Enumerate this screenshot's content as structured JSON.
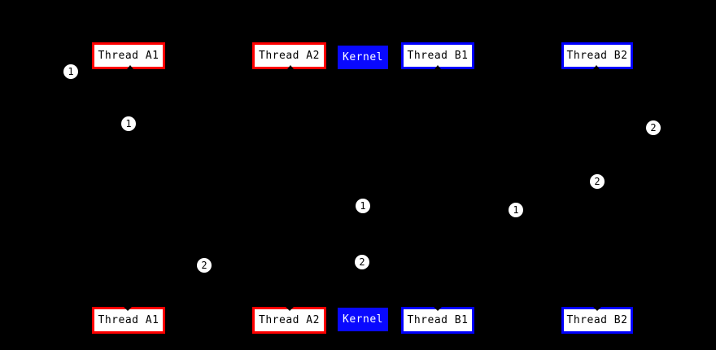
{
  "diagram": {
    "type": "sequence-diagram",
    "background_color": "#000000",
    "colors": {
      "thread_a_border": "#fe0000",
      "thread_b_border": "#0000fe",
      "kernel_fill": "#0909ff",
      "kernel_text": "#ffffff",
      "box_fill": "#ffffff",
      "box_text": "#000000",
      "badge_fill": "#ffffff",
      "badge_text": "#000000"
    },
    "entities": [
      {
        "label": "Thread A1",
        "style": "red-border"
      },
      {
        "label": "Thread A2",
        "style": "red-border"
      },
      {
        "label": "Kernel",
        "style": "blue-fill"
      },
      {
        "label": "Thread B1",
        "style": "blue-border"
      },
      {
        "label": "Thread B2",
        "style": "blue-border"
      }
    ],
    "markers": [
      {
        "label": "1"
      },
      {
        "label": "1"
      },
      {
        "label": "2"
      },
      {
        "label": "2"
      },
      {
        "label": "1"
      },
      {
        "label": "1"
      },
      {
        "label": "2"
      },
      {
        "label": "2"
      }
    ]
  }
}
